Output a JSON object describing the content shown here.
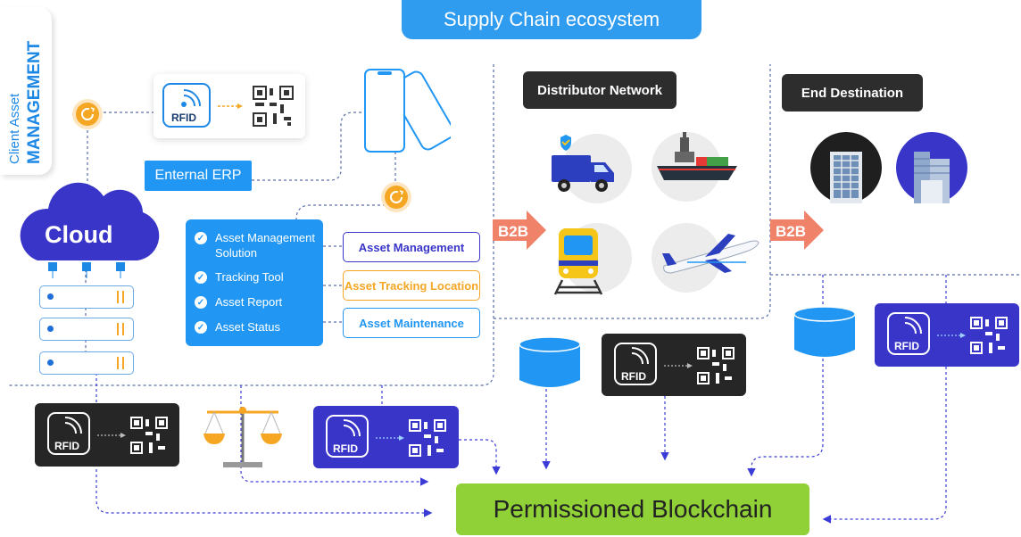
{
  "header": {
    "title": "Supply Chain ecosystem"
  },
  "side_tab": {
    "line1": "Client Asset",
    "line2": "MANAGEMENT"
  },
  "distributor": {
    "label": "Distributor Network"
  },
  "end_destination": {
    "label": "End Destination"
  },
  "erp": {
    "label": "Enternal ERP"
  },
  "cloud": {
    "label": "Cloud"
  },
  "asset_panel": {
    "items": [
      "Asset Management Solution",
      "Tracking Tool",
      "Asset Report",
      "Asset Status"
    ]
  },
  "tags": {
    "management": "Asset Management",
    "tracking": "Asset Tracking Location",
    "maintenance": "Asset Maintenance"
  },
  "rfid_label": "RFID",
  "b2b_label": "B2B",
  "blockchain": {
    "label": "Permissioned Blockchain"
  },
  "colors": {
    "primary_blue": "#2196f3",
    "title_blue": "#2f9cf0",
    "orange": "#f5a623",
    "arrow_salmon": "#f0826a",
    "dark": "#2d2d2d",
    "indigo": "#3a35c9",
    "blockchain_green": "#8fd136",
    "connector": "#3b3bd6"
  },
  "icons": [
    "sync-icon",
    "rfid-icon",
    "qr-code-icon",
    "smartphone-icon",
    "cloud-icon",
    "server-icon",
    "check-icon",
    "delivery-truck-icon",
    "cargo-ship-icon",
    "train-icon",
    "airplane-icon",
    "building-icon",
    "database-icon",
    "balance-scale-icon",
    "arrow-right-icon"
  ]
}
